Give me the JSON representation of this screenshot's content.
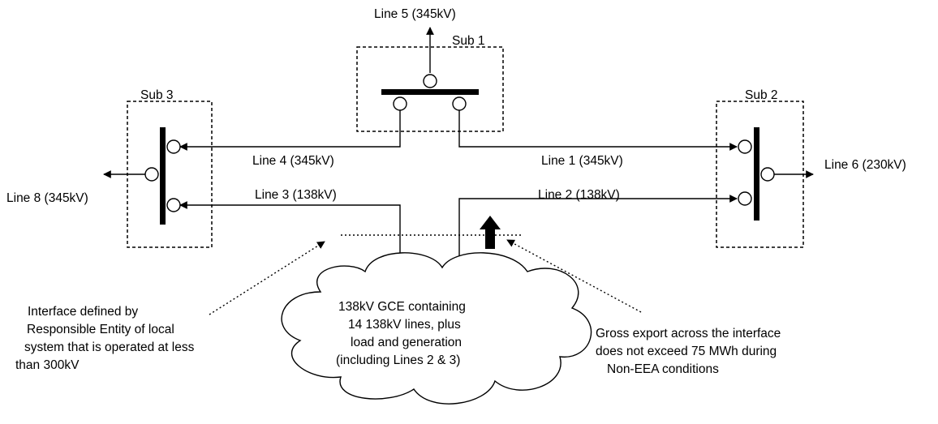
{
  "substations": {
    "sub1": "Sub 1",
    "sub2": "Sub 2",
    "sub3": "Sub 3"
  },
  "lines": {
    "line1": "Line 1 (345kV)",
    "line2": "Line 2 (138kV)",
    "line3": "Line 3 (138kV)",
    "line4": "Line 4 (345kV)",
    "line5": "Line 5 (345kV)",
    "line6": "Line 6 (230kV)",
    "line8": "Line 8 (345kV)"
  },
  "cloud_text": [
    "138kV GCE containing",
    "14 138kV lines, plus",
    "load and generation",
    "(including Lines 2 & 3)"
  ],
  "left_note": [
    "Interface defined by",
    "Responsible Entity of local",
    "system that is operated at less",
    "than 300kV"
  ],
  "right_note": [
    "Gross export across the interface",
    "does not exceed 75 MWh during",
    "Non-EEA conditions"
  ]
}
